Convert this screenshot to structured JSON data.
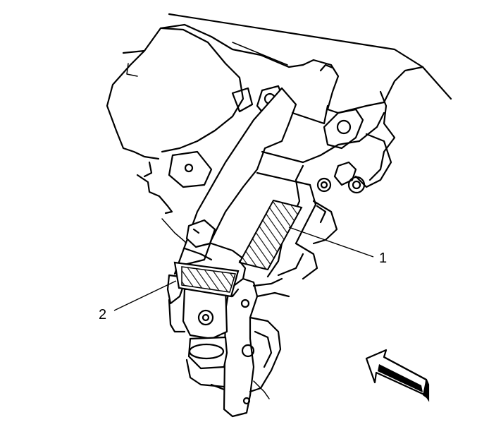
{
  "callouts": [
    {
      "id": "1",
      "text": "1"
    },
    {
      "id": "2",
      "text": "2"
    }
  ],
  "colors": {
    "ink": "#000000",
    "background": "#ffffff"
  },
  "icons": {
    "direction_arrow": "view-direction-arrow-icon",
    "hatch": "hatched-label-area"
  }
}
